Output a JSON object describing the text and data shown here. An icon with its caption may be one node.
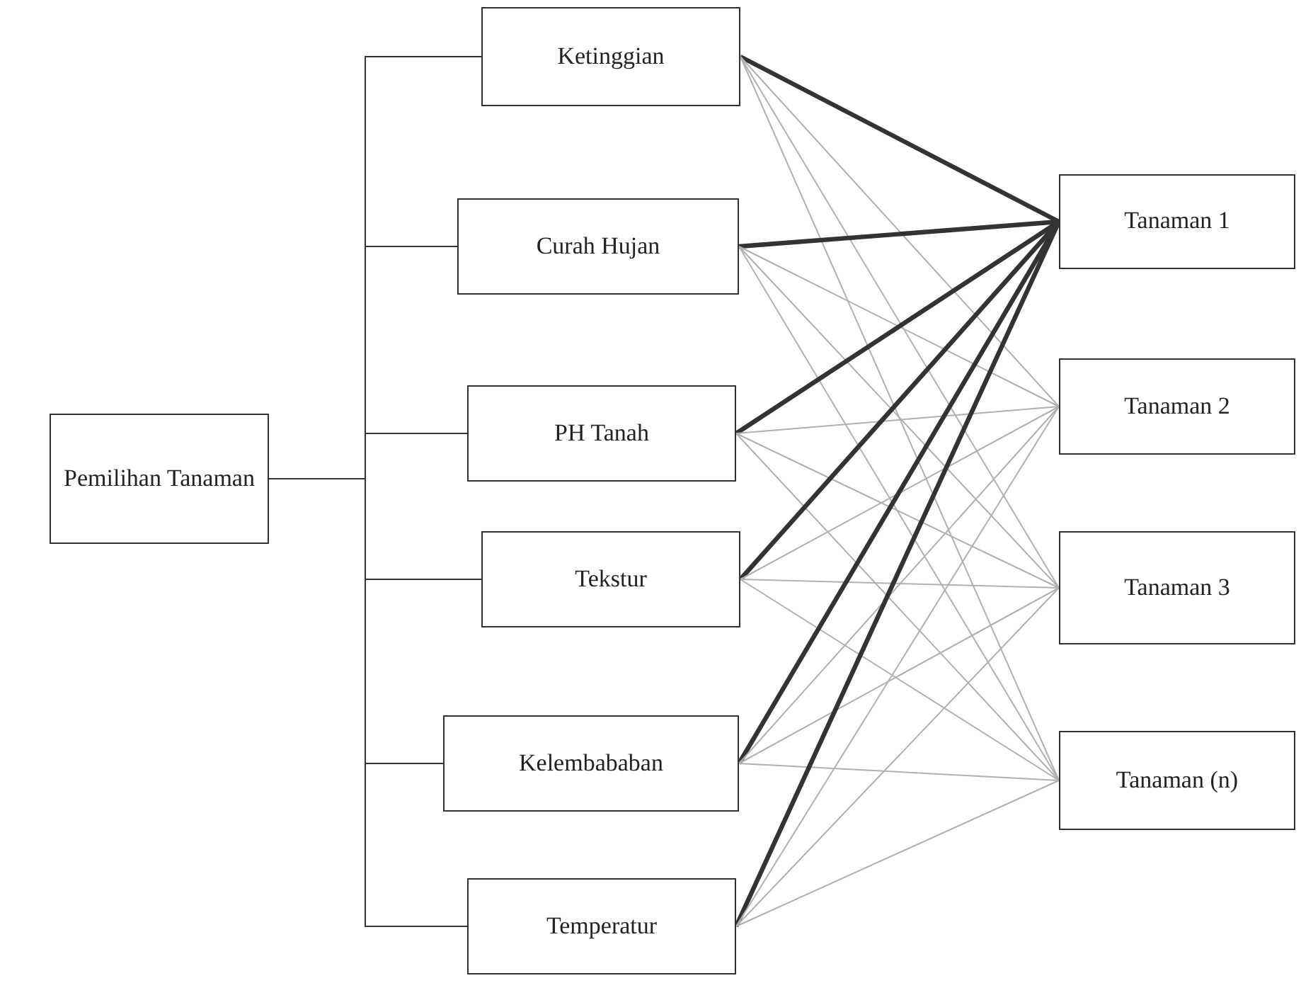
{
  "diagram": {
    "nodes": [
      {
        "text": [
          "Pemilihan Tanaman"
        ]
      },
      {
        "text": [
          "Ketinggian"
        ]
      },
      {
        "text": [
          "Curah Hujan"
        ]
      },
      {
        "text": [
          "PH Tanah"
        ]
      },
      {
        "text": [
          "Tekstur"
        ]
      },
      {
        "text": [
          "Kelembababan"
        ]
      },
      {
        "text": [
          "Temperatur"
        ]
      },
      {
        "text": [
          "Tanaman 1"
        ]
      },
      {
        "text": [
          "Tanaman 2"
        ]
      },
      {
        "text": [
          "Tanaman 3"
        ]
      },
      {
        "text": [
          "Tanaman (n)"
        ]
      }
    ],
    "edges": [
      {
        "from": 0,
        "to": 1,
        "arrow": "none",
        "color": "#333333"
      },
      {
        "from": 0,
        "to": 2,
        "arrow": "none",
        "color": "#333333"
      },
      {
        "from": 0,
        "to": 3,
        "arrow": "none",
        "color": "#333333"
      },
      {
        "from": 0,
        "to": 4,
        "arrow": "none",
        "color": "#333333"
      },
      {
        "from": 0,
        "to": 5,
        "arrow": "none",
        "color": "#333333"
      },
      {
        "from": 0,
        "to": 6,
        "arrow": "none",
        "color": "#333333"
      },
      {
        "from": 1,
        "to": 7,
        "arrow": "none",
        "style": "thick",
        "color": "#333333"
      },
      {
        "from": 1,
        "to": 8,
        "arrow": "none"
      },
      {
        "from": 1,
        "to": 9,
        "arrow": "none"
      },
      {
        "from": 1,
        "to": 10,
        "arrow": "none"
      },
      {
        "from": 2,
        "to": 7,
        "arrow": "none",
        "style": "thick",
        "color": "#333333"
      },
      {
        "from": 2,
        "to": 8,
        "arrow": "none"
      },
      {
        "from": 2,
        "to": 9,
        "arrow": "none"
      },
      {
        "from": 2,
        "to": 10,
        "arrow": "none"
      },
      {
        "from": 3,
        "to": 7,
        "arrow": "none",
        "style": "thick",
        "color": "#333333"
      },
      {
        "from": 3,
        "to": 8,
        "arrow": "none"
      },
      {
        "from": 3,
        "to": 9,
        "arrow": "none"
      },
      {
        "from": 3,
        "to": 10,
        "arrow": "none"
      },
      {
        "from": 4,
        "to": 7,
        "arrow": "none",
        "style": "thick",
        "color": "#333333"
      },
      {
        "from": 4,
        "to": 8,
        "arrow": "none"
      },
      {
        "from": 4,
        "to": 9,
        "arrow": "none"
      },
      {
        "from": 4,
        "to": 10,
        "arrow": "none"
      },
      {
        "from": 5,
        "to": 7,
        "arrow": "none",
        "style": "thick",
        "color": "#333333"
      },
      {
        "from": 5,
        "to": 8,
        "arrow": "none"
      },
      {
        "from": 5,
        "to": 9,
        "arrow": "none"
      },
      {
        "from": 5,
        "to": 10,
        "arrow": "none"
      },
      {
        "from": 6,
        "to": 7,
        "arrow": "none",
        "style": "thick",
        "color": "#333333"
      },
      {
        "from": 6,
        "to": 8,
        "arrow": "none"
      },
      {
        "from": 6,
        "to": 9,
        "arrow": "none"
      },
      {
        "from": 6,
        "to": 10,
        "arrow": "none"
      }
    ]
  }
}
